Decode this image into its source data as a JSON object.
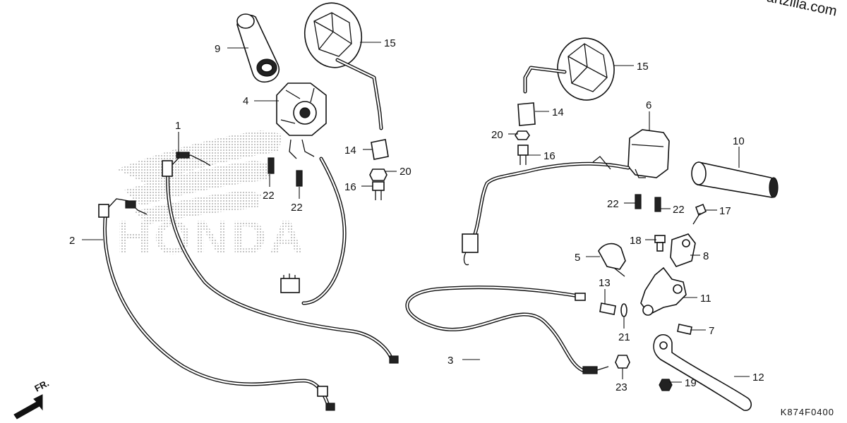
{
  "watermark": {
    "copyright": "© Partzilla.com",
    "brand_text": "HONDA"
  },
  "diagram_code": "K874F0400",
  "direction_label": "FR.",
  "callouts": [
    {
      "id": "c9",
      "label": "9"
    },
    {
      "id": "c15a",
      "label": "15"
    },
    {
      "id": "c4",
      "label": "4"
    },
    {
      "id": "c1",
      "label": "1"
    },
    {
      "id": "c2",
      "label": "2"
    },
    {
      "id": "c22a",
      "label": "22"
    },
    {
      "id": "c22b",
      "label": "22"
    },
    {
      "id": "c14a",
      "label": "14"
    },
    {
      "id": "c20a",
      "label": "20"
    },
    {
      "id": "c16a",
      "label": "16"
    },
    {
      "id": "c15b",
      "label": "15"
    },
    {
      "id": "c14b",
      "label": "14"
    },
    {
      "id": "c20b",
      "label": "20"
    },
    {
      "id": "c16b",
      "label": "16"
    },
    {
      "id": "c6",
      "label": "6"
    },
    {
      "id": "c10",
      "label": "10"
    },
    {
      "id": "c22c",
      "label": "22"
    },
    {
      "id": "c22d",
      "label": "22"
    },
    {
      "id": "c17",
      "label": "17"
    },
    {
      "id": "c18",
      "label": "18"
    },
    {
      "id": "c8",
      "label": "8"
    },
    {
      "id": "c5",
      "label": "5"
    },
    {
      "id": "c13",
      "label": "13"
    },
    {
      "id": "c11",
      "label": "11"
    },
    {
      "id": "c21",
      "label": "21"
    },
    {
      "id": "c7",
      "label": "7"
    },
    {
      "id": "c3",
      "label": "3"
    },
    {
      "id": "c23",
      "label": "23"
    },
    {
      "id": "c19",
      "label": "19"
    },
    {
      "id": "c12",
      "label": "12"
    }
  ]
}
